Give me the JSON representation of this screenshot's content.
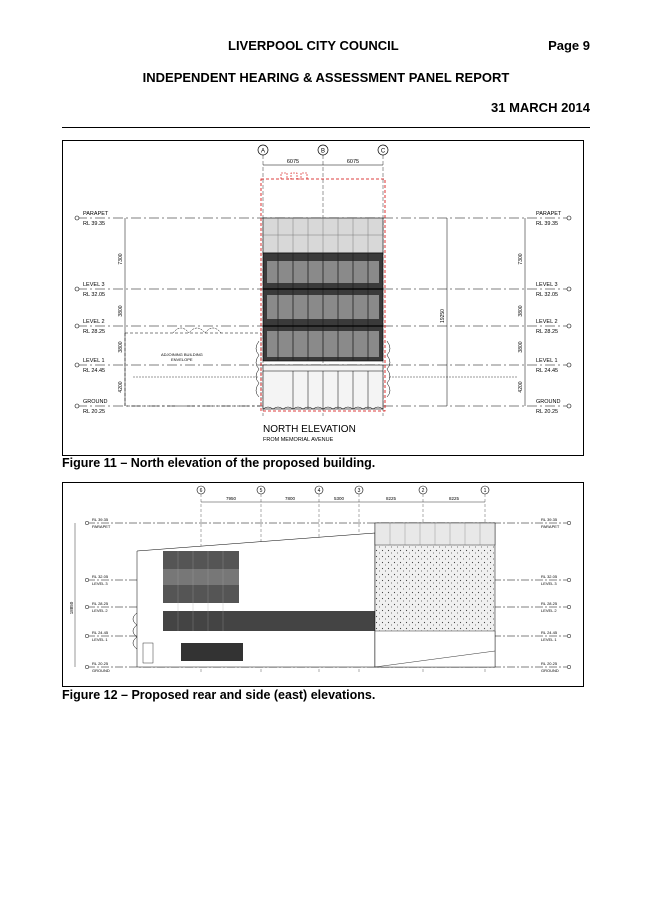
{
  "header": {
    "council": "LIVERPOOL CITY COUNCIL",
    "page": "Page 9",
    "report_title": "INDEPENDENT HEARING & ASSESSMENT PANEL REPORT",
    "date": "31 MARCH 2014"
  },
  "figure1": {
    "caption": "Figure 11 – North elevation of the proposed building.",
    "grid_a": "A",
    "grid_b": "B",
    "grid_c": "C",
    "dim_1": "6075",
    "dim_2": "6075",
    "parapet": "PARAPET",
    "parapet_rl": "RL 39.35",
    "level3": "LEVEL 3",
    "level3_rl": "RL 32.05",
    "level2": "LEVEL 2",
    "level2_rl": "RL 28.25",
    "level1": "LEVEL 1",
    "level1_rl": "RL 24.45",
    "ground": "GROUND",
    "ground_rl": "RL 20.25",
    "h_7300": "7300",
    "h_3800a": "3800",
    "h_3800b": "3800",
    "h_4200": "4200",
    "h_total": "19250",
    "adjoining": "ADJOINING BUILDING",
    "envelope": "ENVELOPE",
    "title": "NORTH ELEVATION",
    "subtitle": "FROM MEMORIAL AVENUE"
  },
  "figure2": {
    "caption": "Figure 12 – Proposed rear and side (east) elevations.",
    "grid_6": "6",
    "grid_5": "5",
    "grid_4": "4",
    "grid_3": "3",
    "grid_2": "2",
    "grid_1": "1",
    "dim_1": "7950",
    "dim_2": "7800",
    "dim_3": "5300",
    "dim_4": "8225",
    "dim_5": "8225",
    "parapet": "PARAPET",
    "parapet_rl": "RL 39.35",
    "level3": "LEVEL 3",
    "level3_rl": "RL 32.05",
    "level2": "LEVEL 2",
    "level2_rl": "RL 28.25",
    "level1": "LEVEL 1",
    "level1_rl": "RL 24.45",
    "ground": "GROUND",
    "ground_rl": "RL 20.25",
    "h_total": "18850"
  }
}
